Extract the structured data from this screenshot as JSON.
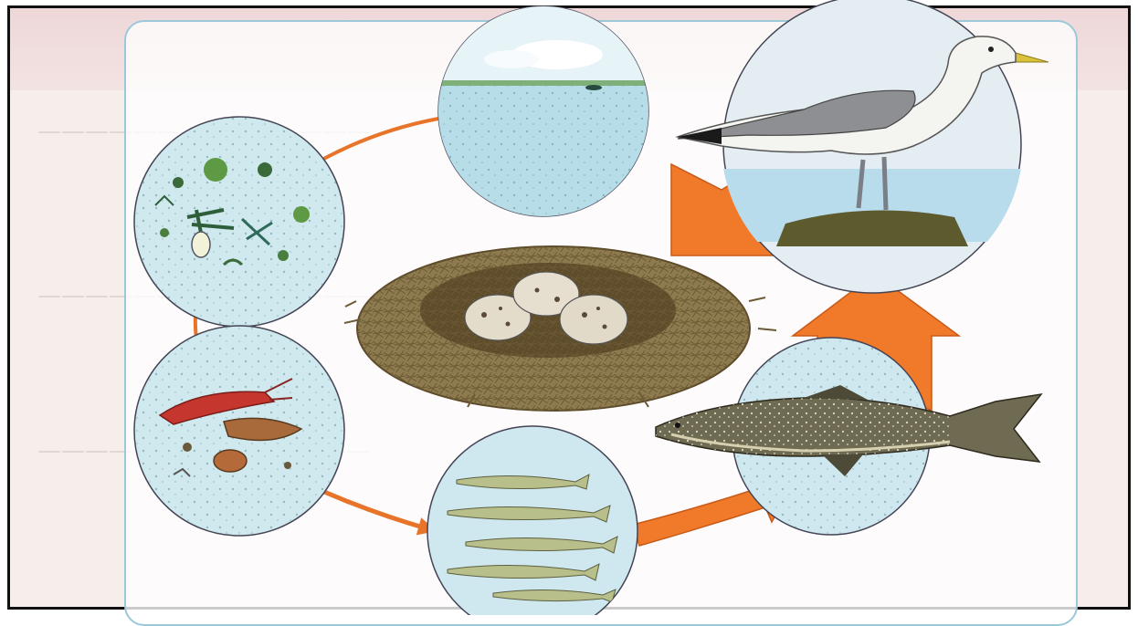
{
  "diagram": {
    "type": "food-chain-cycle",
    "stages": [
      {
        "id": "sea-water"
      },
      {
        "id": "plankton"
      },
      {
        "id": "zooplankton"
      },
      {
        "id": "small-fish"
      },
      {
        "id": "large-fish"
      },
      {
        "id": "gull"
      },
      {
        "id": "nest-eggs"
      }
    ]
  },
  "colors": {
    "panel_border": "#9cc9d9",
    "arrow": "#f07a2a",
    "water": "#bfe0ea"
  }
}
